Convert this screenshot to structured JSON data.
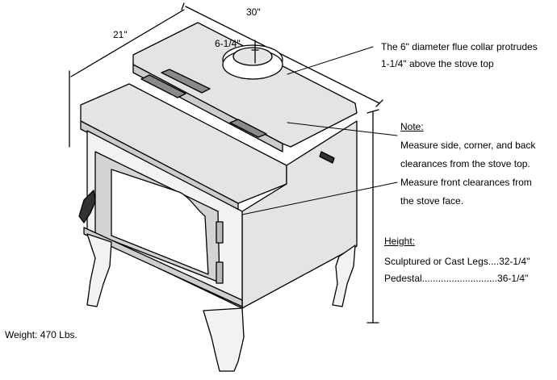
{
  "dimensions": {
    "width": "30\"",
    "depth": "21\"",
    "flue_offset": "6-1/4\""
  },
  "callouts": {
    "flue_collar": {
      "line1": "The 6\" diameter flue collar protrudes",
      "line2": "1-1/4\" above the stove top"
    },
    "note": {
      "heading": "Note:",
      "line1": "Measure side, corner, and back",
      "line2": "clearances from the stove top.",
      "line3": "Measure front clearances from",
      "line4": "the stove face."
    }
  },
  "height": {
    "heading": "Height:",
    "rows": [
      {
        "label": "Sculptured or Cast Legs....32-1/4\""
      },
      {
        "label": "Pedestal............................36-1/4\""
      }
    ]
  },
  "weight": "Weight: 470 Lbs."
}
